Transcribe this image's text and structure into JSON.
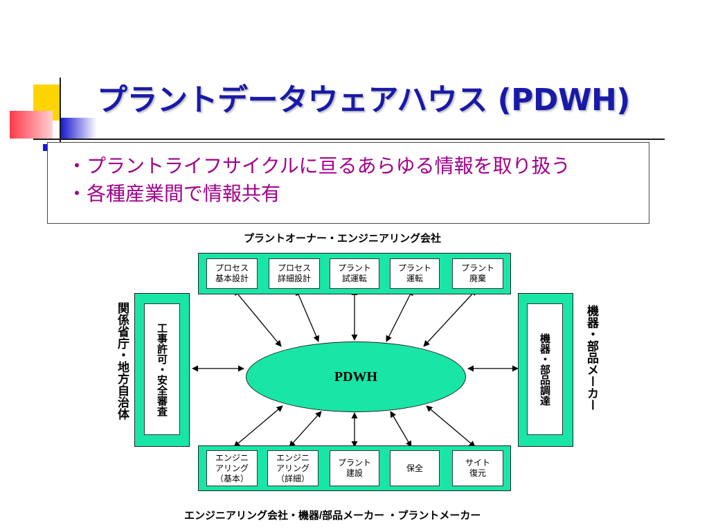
{
  "slide": {
    "title": "プラントデータウェアハウス (PDWH)",
    "bullets": [
      "・プラントライフサイクルに亘るあらゆる情報を取り扱う",
      "・各種産業間で情報共有"
    ]
  },
  "diagram": {
    "top_label": "プラントオーナー・エンジニアリング会社",
    "bottom_label": "エンジニアリング会社・機器/部品メーカー ・プラントメーカー",
    "left_label": "関係省庁・地方自治体",
    "right_label": "機器・部品メーカー",
    "center": "PDWH",
    "top_boxes": [
      {
        "line1": "プロセス",
        "line2": "基本設計"
      },
      {
        "line1": "プロセス",
        "line2": "詳細設計"
      },
      {
        "line1": "プラント",
        "line2": "試運転"
      },
      {
        "line1": "プラント",
        "line2": "運転"
      },
      {
        "line1": "プラント",
        "line2": "廃棄"
      }
    ],
    "bottom_boxes": [
      {
        "line1": "エンジニ",
        "line2": "アリング",
        "line3": "（基本）"
      },
      {
        "line1": "エンジニ",
        "line2": "アリング",
        "line3": "（詳細）"
      },
      {
        "line1": "プラント",
        "line2": "建設"
      },
      {
        "line1": "保全"
      },
      {
        "line1": "サイト",
        "line2": "復元"
      }
    ],
    "left_box": "工事許可・安全審査",
    "right_box": "機器・部品調達"
  },
  "colors": {
    "title": "#1a1aa8",
    "bullets": "#a0008c",
    "green": "#19e6a6",
    "deco_yellow": "#ffd400",
    "deco_red": "#ff3a4a",
    "deco_blue": "#1a1ad0"
  }
}
